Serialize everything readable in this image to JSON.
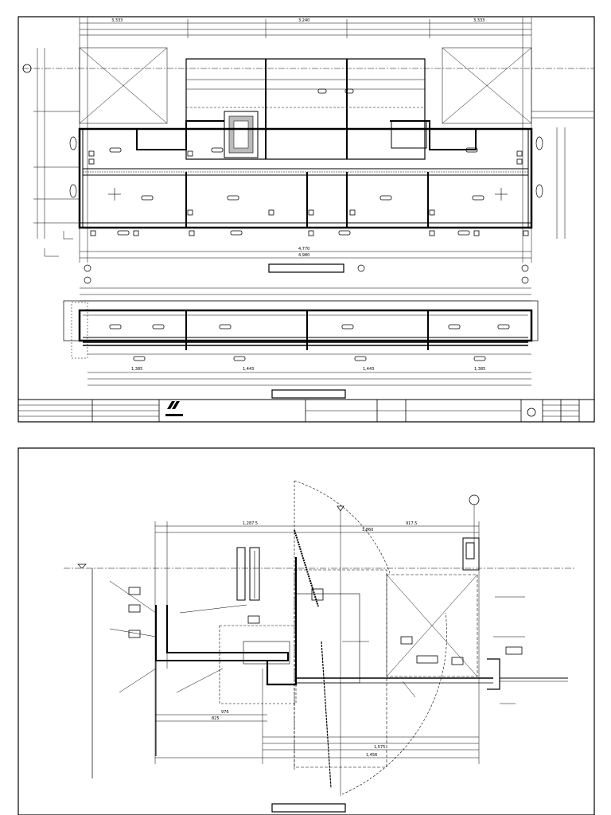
{
  "sheet_top": {
    "plan_labels": [
      "3,333",
      "3,240",
      "3,333"
    ],
    "bottom_labels": [
      "4,770",
      "4,980"
    ],
    "section_labels": [
      "1,385",
      "1,443",
      "1,443",
      "1,385"
    ]
  },
  "sheet_bottom": {
    "labels": [
      "1,287.5",
      "917.5",
      "1,860",
      "976",
      "825",
      "1,575",
      "1,456"
    ]
  }
}
